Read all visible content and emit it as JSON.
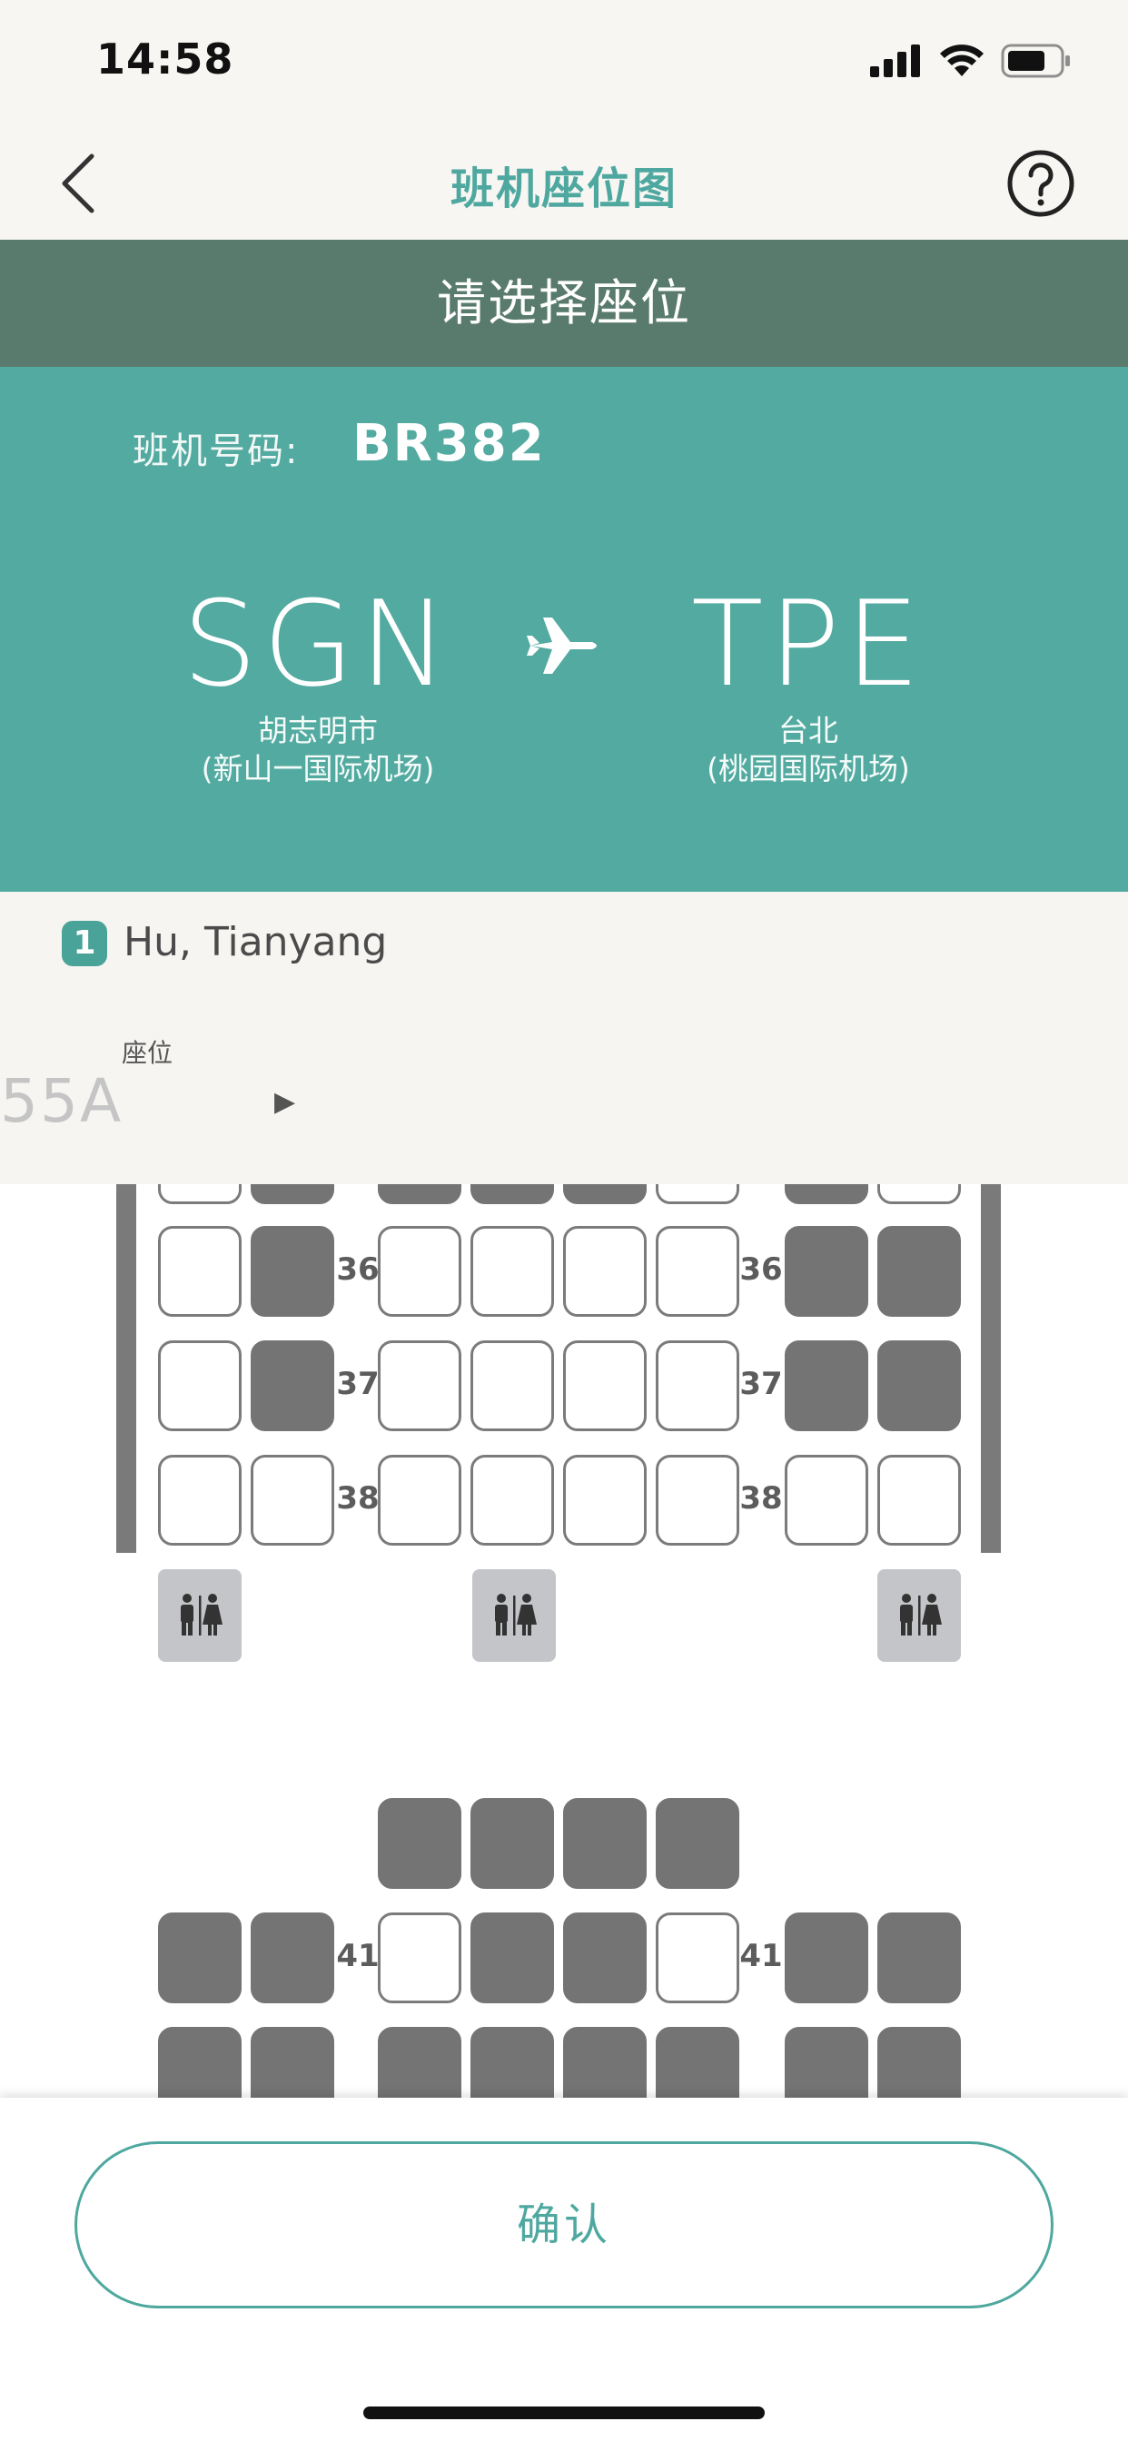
{
  "status_bar": {
    "time": "14:58"
  },
  "nav": {
    "title": "班机座位图"
  },
  "banner": {
    "text": "请选择座位"
  },
  "flight": {
    "number_label": "班机号码:",
    "number": "BR382",
    "origin": {
      "code": "SGN",
      "city": "胡志明市",
      "airport": "(新山一国际机场)"
    },
    "destination": {
      "code": "TPE",
      "city": "台北",
      "airport": "(桃园国际机场)"
    }
  },
  "passenger": {
    "index": "1",
    "name": "Hu, Tianyang",
    "seat_label": "座位",
    "seat_value": "55A",
    "seat_arrow": "▶"
  },
  "seat_map": {
    "rows": [
      {
        "number": "36",
        "seats": [
          "available",
          "occupied",
          "available",
          "available",
          "available",
          "available",
          "occupied",
          "occupied"
        ]
      },
      {
        "number": "37",
        "seats": [
          "available",
          "occupied",
          "available",
          "available",
          "available",
          "available",
          "occupied",
          "occupied"
        ]
      },
      {
        "number": "38",
        "seats": [
          "available",
          "available",
          "available",
          "available",
          "available",
          "available",
          "available",
          "available"
        ]
      },
      {
        "number": "41",
        "seats": [
          "occupied",
          "occupied",
          "available",
          "occupied",
          "occupied",
          "available",
          "occupied",
          "occupied"
        ]
      }
    ],
    "lavatory_icon": "restroom-icon"
  },
  "colors": {
    "accent": "#4ea89f",
    "banner": "#597b6d",
    "flight_bg": "#53aaa1",
    "occupied": "#747474"
  },
  "footer": {
    "confirm_label": "确认"
  }
}
